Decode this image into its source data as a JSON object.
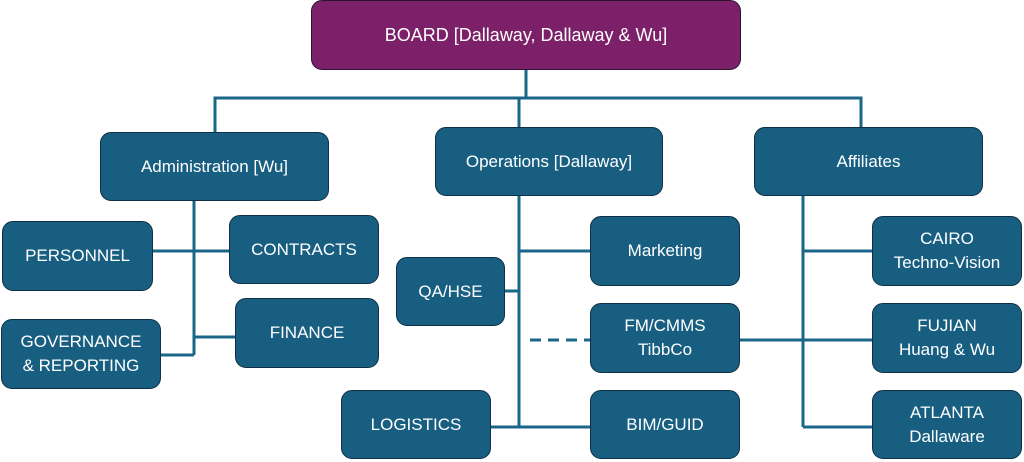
{
  "colors": {
    "board_fill": "#7b2069",
    "unit_fill": "#175e80",
    "connector": "#1a6689",
    "box_border": "#0f2f44"
  },
  "board": {
    "label": "BOARD [Dallaway, Dallaway & Wu]"
  },
  "divisions": {
    "administration": {
      "label": "Administration [Wu]",
      "units": {
        "personnel": {
          "lines": [
            "PERSONNEL"
          ]
        },
        "contracts": {
          "lines": [
            "CONTRACTS"
          ]
        },
        "governance": {
          "lines": [
            "GOVERNANCE",
            "& REPORTING"
          ]
        },
        "finance": {
          "lines": [
            "FINANCE"
          ]
        }
      }
    },
    "operations": {
      "label": "Operations [Dallaway]",
      "units": {
        "qa_hse": {
          "lines": [
            "QA/HSE"
          ]
        },
        "marketing": {
          "lines": [
            "Marketing"
          ]
        },
        "fm_cmms": {
          "lines": [
            "FM/CMMS",
            "TibbCo"
          ]
        },
        "logistics": {
          "lines": [
            "LOGISTICS"
          ]
        },
        "bim_guid": {
          "lines": [
            "BIM/GUID"
          ]
        }
      }
    },
    "affiliates": {
      "label": "Affiliates",
      "units": {
        "cairo": {
          "lines": [
            "CAIRO",
            "Techno-Vision"
          ]
        },
        "fujian": {
          "lines": [
            "FUJIAN",
            "Huang & Wu"
          ]
        },
        "atlanta": {
          "lines": [
            "ATLANTA",
            "Dallaware"
          ]
        }
      }
    }
  },
  "links": [
    {
      "from": "fm_cmms",
      "to": "fujian",
      "style": "solid"
    },
    {
      "from": "operations",
      "to": "fm_cmms",
      "style": "dashed"
    }
  ]
}
